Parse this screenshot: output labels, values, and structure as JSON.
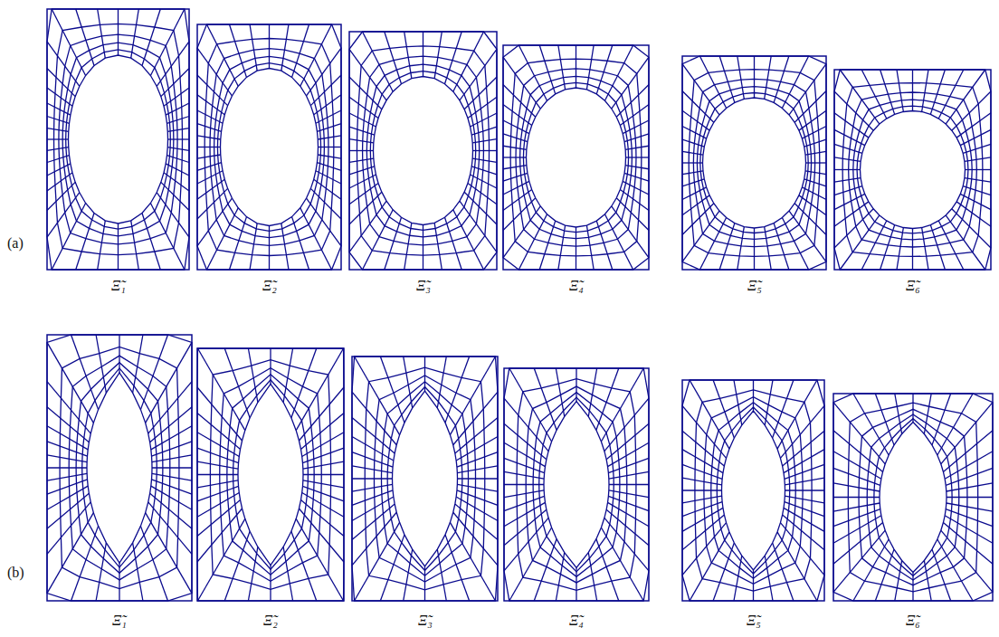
{
  "diagram": {
    "labels": [
      "(a)",
      "Ξ̃₁",
      "Ξ̃₂",
      "Ξ̃₃",
      "Ξ̃₄",
      "Ξ̃₅",
      "Ξ̃₆",
      "(b)",
      "Ξ̃₁",
      "Ξ̃₂",
      "Ξ̃₃",
      "Ξ̃₄",
      "Ξ̃₅",
      "Ξ̃₆"
    ]
  }
}
